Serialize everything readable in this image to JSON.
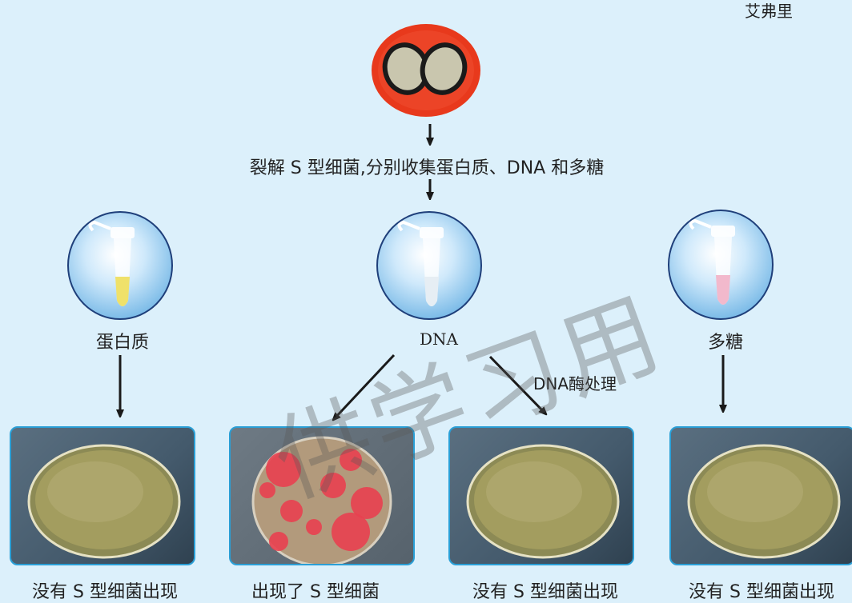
{
  "corner_text": "艾弗里",
  "lysis_caption": "裂解 S 型细菌,分别收集蛋白质、DNA 和多糖",
  "tubes": [
    {
      "label": "蛋白质",
      "liquid_color": "#efe16a"
    },
    {
      "label": "DNA",
      "liquid_color": "#e6eef4"
    },
    {
      "label": "多糖",
      "liquid_color": "#f2b9cc"
    }
  ],
  "dnase_label": "DNA酶处理",
  "results": [
    "没有 S 型细菌出现",
    "出现了 S 型细菌",
    "没有 S 型细菌出现",
    "没有 S 型细菌出现"
  ],
  "watermark": "供学习用",
  "colors": {
    "background": "#dcf0fb",
    "bacteria_capsule": "#e8391c",
    "dish_border": "#2a9fd6",
    "arrow": "#1a1a1a"
  }
}
